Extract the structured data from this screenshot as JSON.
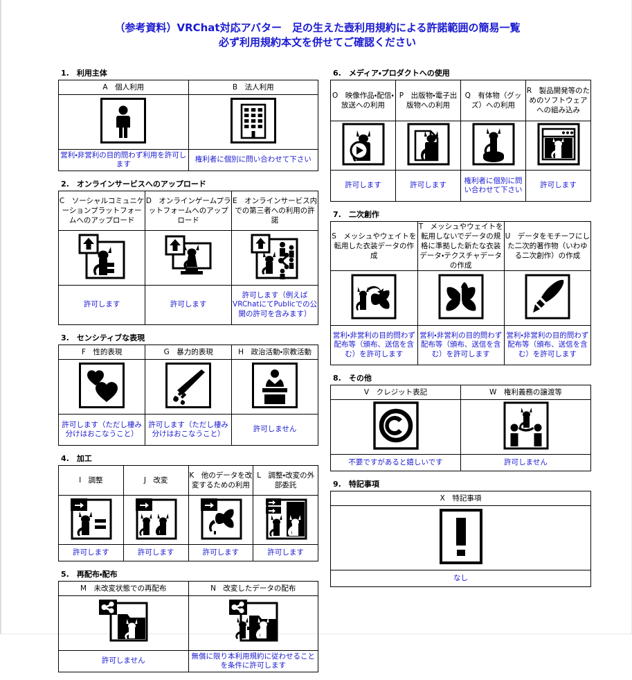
{
  "document": {
    "title_line_1_prefix": "（参考資料）",
    "title_line_1": "（参考資料）VRChat対応アバター　足の生えた壺利用規約による許諾範囲の簡易一覧",
    "title_line_2": "必ず利用規約本文を併せてご確認ください",
    "title_color": "#1a1ad0",
    "permission_text_color": "#1a1ad0"
  },
  "sections": [
    {
      "number": "1.",
      "heading": "1.　利用主体",
      "items": [
        {
          "code": "A",
          "label": "A　個人利用",
          "icon": "person-icon",
          "permission": "営利・非営利の目的問わず利用を許可します"
        },
        {
          "code": "B",
          "label": "B　法人利用",
          "icon": "building-icon",
          "permission": "権利者に個別に問い合わせて下さい"
        }
      ]
    },
    {
      "number": "2.",
      "heading": "2.　オンラインサービスへのアップロード",
      "items": [
        {
          "code": "C",
          "label": "C　ソーシャルコミュニケーションプラットフォームへのアップロード",
          "icon": "upload-cat-icon",
          "permission": "許可します"
        },
        {
          "code": "D",
          "label": "D　オンラインゲームプラットフォームへのアップロード",
          "icon": "upload-monitor-cat-icon",
          "permission": "許可します"
        },
        {
          "code": "E",
          "label": "E　オンラインサービス内での第三者への利用の許諾",
          "icon": "upload-share-people-icon",
          "permission": "許可します（例えばVRChatにてPublicでの公開の許可を含みます）"
        }
      ]
    },
    {
      "number": "3.",
      "heading": "3.　センシティブな表現",
      "items": [
        {
          "code": "F",
          "label": "F　性的表現",
          "icon": "hearts-icon",
          "permission": "許可します（ただし棲み分けはおこなうこと）"
        },
        {
          "code": "G",
          "label": "G　暴力的表現",
          "icon": "knife-icon",
          "permission": "許可します（ただし棲み分けはおこなうこと）"
        },
        {
          "code": "H",
          "label": "H　政治活動・宗教活動",
          "icon": "podium-speaker-icon",
          "permission": "許可しません"
        }
      ]
    },
    {
      "number": "4.",
      "heading": "4.　加工",
      "items": [
        {
          "code": "I",
          "label": "I　調整",
          "icon": "adjust-cat-equals-icon",
          "permission": "許可します"
        },
        {
          "code": "J",
          "label": "J　改変",
          "icon": "modify-two-cats-icon",
          "permission": "許可します"
        },
        {
          "code": "K",
          "label": "K　他のデータを改変するための利用",
          "icon": "modify-other-data-icon",
          "permission": "許可します"
        },
        {
          "code": "L",
          "label": "L　調整・改変の外部委託",
          "icon": "outsource-modify-icon",
          "permission": "許可します"
        }
      ]
    },
    {
      "number": "5.",
      "heading": "5.　再配布・配布",
      "items": [
        {
          "code": "M",
          "label": "M　未改変状態での再配布",
          "icon": "share-folder-cat-icon",
          "permission": "許可しません"
        },
        {
          "code": "N",
          "label": "N　改変したデータの配布",
          "icon": "share-modified-cat-icon",
          "permission": "無償に限り本利用規約に従わせることを条件に許可します"
        }
      ]
    },
    {
      "number": "6.",
      "heading": "6.　メディア・プロダクトへの使用",
      "items": [
        {
          "code": "O",
          "label": "O　映像作品・配信・放送への利用",
          "icon": "video-play-cat-icon",
          "permission": "許可します"
        },
        {
          "code": "P",
          "label": "P　出版物・電子出版物への利用",
          "icon": "document-cat-icon",
          "permission": "許可します"
        },
        {
          "code": "Q",
          "label": "Q　有体物（グッズ）への利用",
          "icon": "goods-figure-cat-icon",
          "permission": "権利者に個別に問い合わせて下さい"
        },
        {
          "code": "R",
          "label": "R　製品開発等のためのソフトウェアへの組み込み",
          "icon": "software-window-cat-icon",
          "permission": "許可します"
        }
      ]
    },
    {
      "number": "7.",
      "heading": "7.　二次創作",
      "items": [
        {
          "code": "S",
          "label": "S　メッシュやウェイトを転用した衣装データの作成",
          "icon": "cat-to-clothes-icon",
          "permission": "営利・非営利の目的問わず配布等（頒布、送信を含む）を許可します"
        },
        {
          "code": "T",
          "label": "T　メッシュやウェイトを転用しないでデータの規格に準拠した新たな衣装データ・テクスチャデータの作成",
          "icon": "clothes-only-icon",
          "permission": "営利・非営利の目的問わず配布等（頒布、送信を含む）を許可します"
        },
        {
          "code": "U",
          "label": "U　データをモチーフにした二次的著作物（いわゆる二次創作）の作成",
          "icon": "paintbrush-icon",
          "permission": "営利・非営利の目的問わず配布等（頒布、送信を含む）を許可します"
        }
      ]
    },
    {
      "number": "8.",
      "heading": "8.　その他",
      "items": [
        {
          "code": "V",
          "label": "V　クレジット表記",
          "icon": "copyright-icon",
          "permission": "不要ですがあると嬉しいです"
        },
        {
          "code": "W",
          "label": "W　権利義務の譲渡等",
          "icon": "transfer-people-cat-icon",
          "permission": "許可しません"
        }
      ]
    },
    {
      "number": "9.",
      "heading": "9.　特記事項",
      "items": [
        {
          "code": "X",
          "label": "X　特記事項",
          "icon": "exclamation-icon",
          "permission": "なし"
        }
      ]
    }
  ]
}
